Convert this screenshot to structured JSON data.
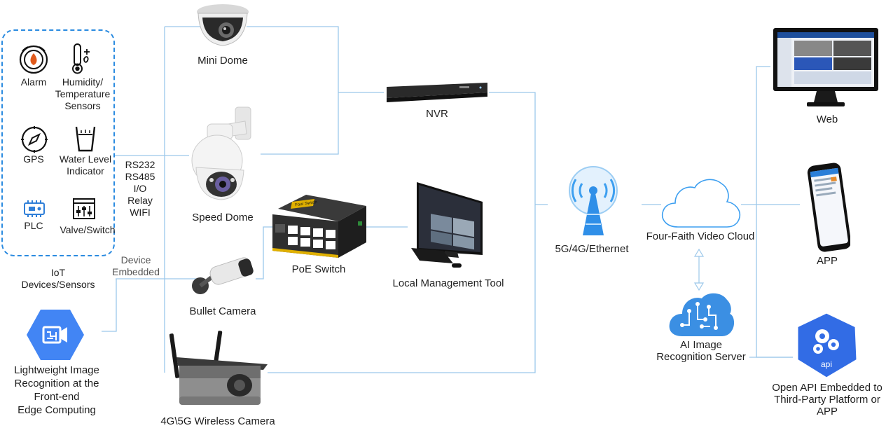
{
  "iot": {
    "alarm": "Alarm",
    "humidity": "Humidity/\nTemperature\nSensors",
    "gps": "GPS",
    "water": "Water Level\nIndicator",
    "plc": "PLC",
    "valve": "Valve/Switch",
    "caption": "IoT\nDevices/Sensors"
  },
  "interfaces": "RS232\nRS485\nI/O\nRelay\nWIFI",
  "device_embedded": "Device\nEmbedded",
  "edge": "Lightweight Image\nRecognition at the\nFront-end\nEdge Computing",
  "cameras": {
    "mini_dome": "Mini Dome",
    "speed_dome": "Speed Dome",
    "bullet": "Bullet Camera",
    "wireless": "4G\\5G Wireless Camera"
  },
  "nvr": "NVR",
  "poe": "PoE Switch",
  "poe_brand": "Four Switch",
  "local_tool": "Local Management Tool",
  "network": "5G/4G/Ethernet",
  "cloud": "Four-Faith Video Cloud",
  "ai": "AI Image\nRecognition Server",
  "web": "Web",
  "app": "APP",
  "api": "Open API Embedded to\nThird-Party Platform or\nAPP",
  "api_badge": "api",
  "colors": {
    "line": "#9cc8ea",
    "iot_border": "#2b8be0",
    "icon_blue": "#2f7fd8",
    "gcp_blue": "#4285f4",
    "ai_blue": "#3b8fe3"
  }
}
